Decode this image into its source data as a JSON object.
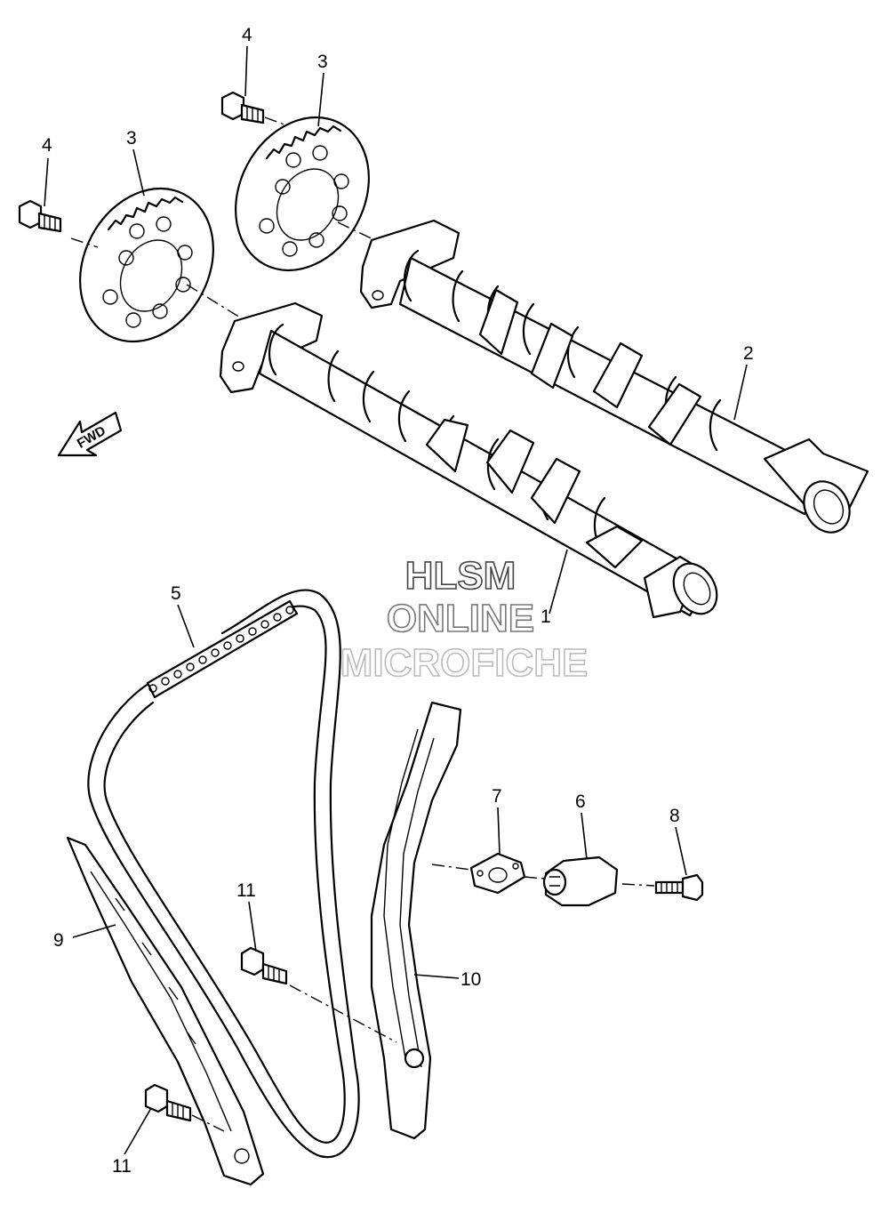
{
  "callouts": {
    "c1": "1",
    "c2": "2",
    "c3a": "3",
    "c3b": "3",
    "c4a": "4",
    "c4b": "4",
    "c5": "5",
    "c6": "6",
    "c7": "7",
    "c8": "8",
    "c9": "9",
    "c10": "10",
    "c11a": "11",
    "c11b": "11"
  },
  "fwd_label": "FWD",
  "watermark": {
    "line1": "HLSM",
    "line2": "ONLINE",
    "line3": "MICROFICHE"
  },
  "colors": {
    "ink": "#000000",
    "watermark_line1": "#444444",
    "watermark_line2": "#777777",
    "watermark_line3": "#bbbbbb"
  }
}
